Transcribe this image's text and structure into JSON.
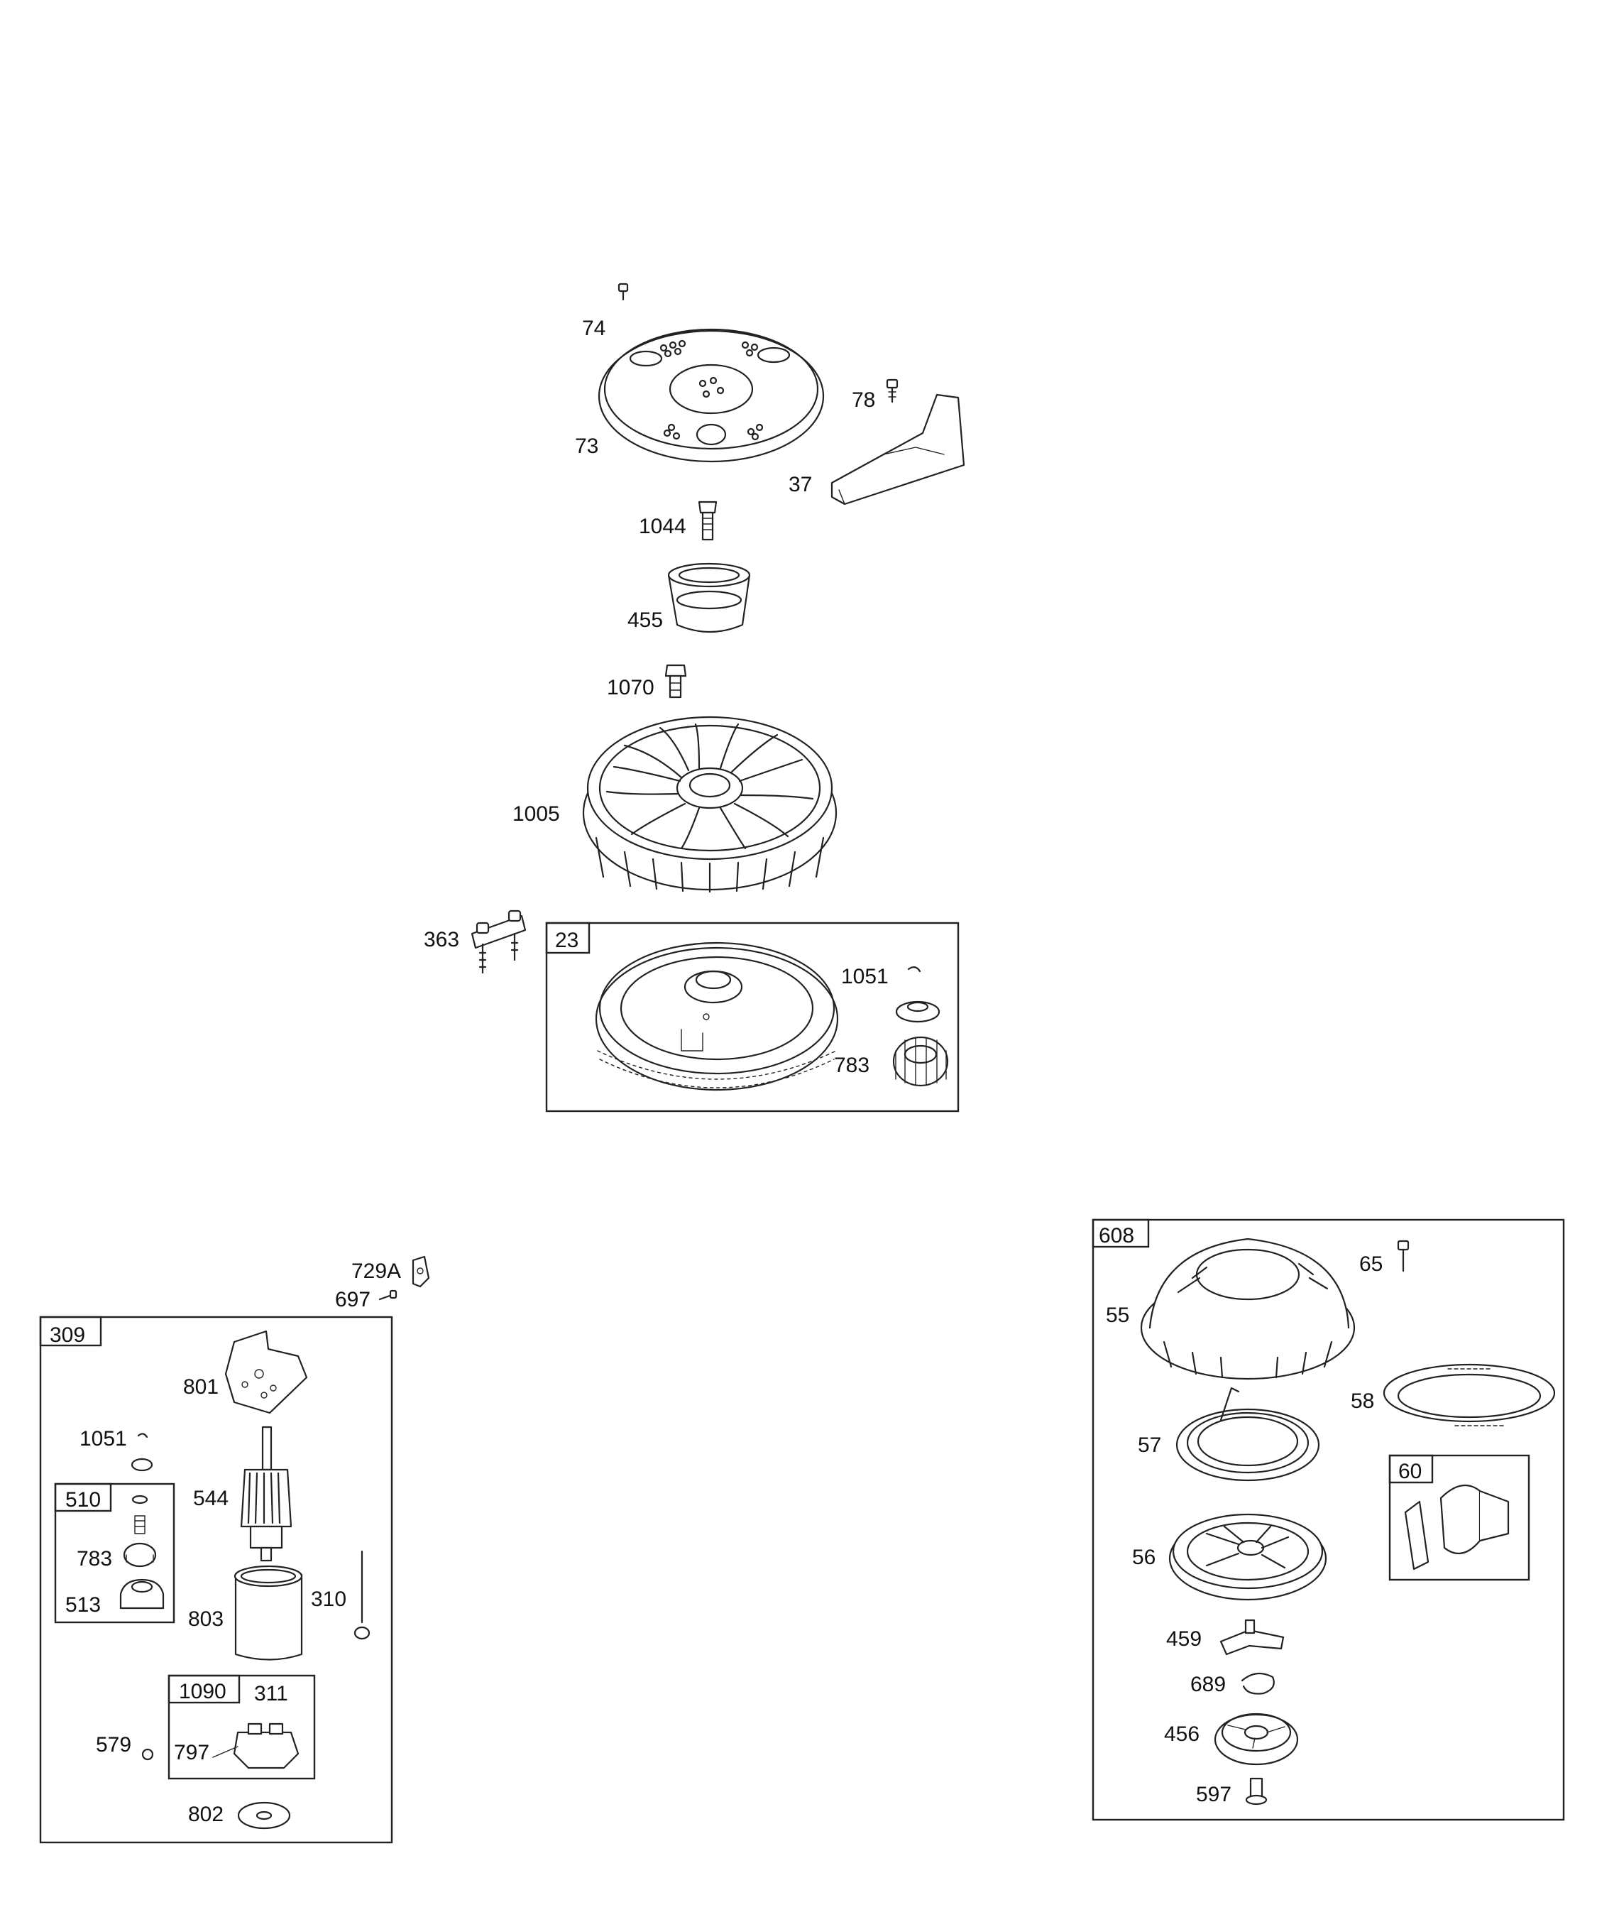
{
  "callouts": {
    "c74": "74",
    "c78": "78",
    "c73": "73",
    "c37": "37",
    "c1044": "1044",
    "c455": "455",
    "c1070": "1070",
    "c1005": "1005",
    "c363": "363",
    "c1051_top": "1051",
    "c783_top": "783",
    "c729a": "729A",
    "c697": "697",
    "c801": "801",
    "c1051_left": "1051",
    "c544": "544",
    "c783_left": "783",
    "c513": "513",
    "c803": "803",
    "c310": "310",
    "c311": "311",
    "c579": "579",
    "c797": "797",
    "c802": "802",
    "c65": "65",
    "c55": "55",
    "c58": "58",
    "c57": "57",
    "c56": "56",
    "c459": "459",
    "c689": "689",
    "c456": "456",
    "c597": "597"
  },
  "boxes": {
    "b23": "23",
    "b309": "309",
    "b510": "510",
    "b1090": "1090",
    "b608": "608",
    "b60": "60"
  }
}
